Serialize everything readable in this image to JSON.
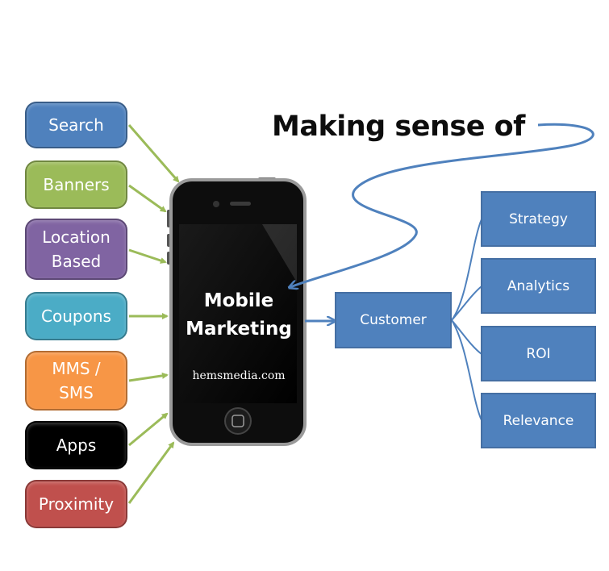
{
  "title": "Making sense of",
  "left_items": [
    {
      "label": "Search",
      "color": "#4f81bd"
    },
    {
      "label": "Banners",
      "color": "#9bbb59"
    },
    {
      "label": "Location\nBased",
      "color": "#8064a2"
    },
    {
      "label": "Coupons",
      "color": "#4bacc6"
    },
    {
      "label": "MMS /\nSMS",
      "color": "#f79646"
    },
    {
      "label": "Apps",
      "color": "#000000"
    },
    {
      "label": "Proximity",
      "color": "#c0504d"
    }
  ],
  "phone": {
    "label": "Mobile\nMarketing",
    "watermark": "hemsmedia.com"
  },
  "customer": {
    "label": "Customer"
  },
  "right_items": [
    {
      "label": "Strategy"
    },
    {
      "label": "Analytics"
    },
    {
      "label": "ROI"
    },
    {
      "label": "Relevance"
    }
  ],
  "colors": {
    "arrow_green": "#9bbb59",
    "connector_blue": "#4f81bd"
  }
}
